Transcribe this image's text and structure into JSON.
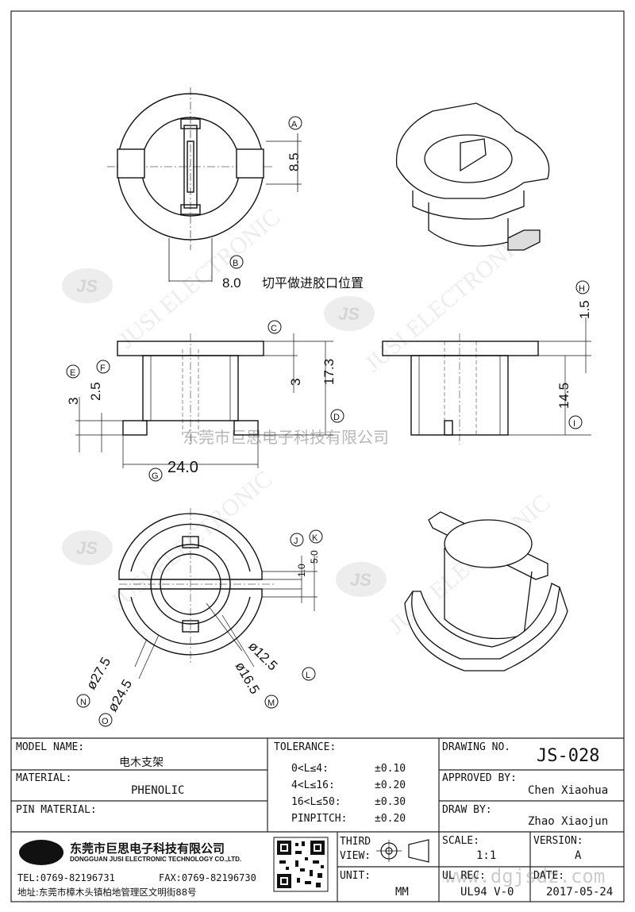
{
  "drawing": {
    "top_view": {
      "dim_A": "8.5",
      "label_A": "A",
      "dim_B": "8.0",
      "label_B": "B",
      "note_B": "切平做进胶口位置"
    },
    "front_view": {
      "label_C": "C",
      "dim_C": "3",
      "dim_D": "17.3",
      "label_D": "D",
      "dim_E": "3",
      "label_E": "E",
      "dim_F": "2.5",
      "label_F": "F",
      "dim_G": "24.0",
      "label_G": "G"
    },
    "side_view": {
      "dim_H": "1.5",
      "label_H": "H",
      "dim_I": "14.5",
      "label_I": "I"
    },
    "bottom_view": {
      "dim_J": "1.0",
      "label_J": "J",
      "dim_K": "5.0",
      "label_K": "K",
      "dim_L": "ø12.5",
      "label_L": "L",
      "dim_M": "ø16.5",
      "label_M": "M",
      "dim_N": "ø27.5",
      "label_N": "N",
      "dim_O": "ø24.5",
      "label_O": "O"
    },
    "watermark_text": "东莞市巨思电子科技有限公司",
    "watermark_brand": "JUSI ELECTRONIC"
  },
  "title_block": {
    "model_name_label": "MODEL NAME:",
    "model_name_value": "电木支架",
    "material_label": "MATERIAL:",
    "material_value": "PHENOLIC",
    "pin_material_label": "PIN MATERIAL:",
    "pin_material_value": "",
    "tolerance_label": "TOLERANCE:",
    "tolerance_rows": [
      {
        "range": "0<L≤4:",
        "value": "±0.10"
      },
      {
        "range": "4<L≤16:",
        "value": "±0.20"
      },
      {
        "range": "16<L≤50:",
        "value": "±0.30"
      },
      {
        "range": "PINPITCH:",
        "value": "±0.20"
      }
    ],
    "drawing_no_label": "DRAWING NO.",
    "drawing_no_value": "JS-028",
    "approved_by_label": "APPROVED BY:",
    "approved_by_value": "Chen Xiaohua",
    "draw_by_label": "DRAW BY:",
    "draw_by_value": "Zhao Xiaojun",
    "company_logo": "JS",
    "company_cn": "东莞市巨思电子科技有限公司",
    "company_en": "DONGGUAN JUSI ELECTRONIC TECHNOLOGY CO.,LTD.",
    "tel": "TEL:0769-82196731",
    "fax": "FAX:0769-82196730",
    "address": "地址:东莞市樟木头镇柏地管理区文明街88号",
    "third_view_label": "THIRD VIEW:",
    "unit_label": "UNIT:",
    "unit_value": "MM",
    "scale_label": "SCALE:",
    "scale_value": "1:1",
    "version_label": "VERSION:",
    "version_value": "A",
    "ul_rec_label": "UL REC:",
    "ul_rec_value": "UL94 V-0",
    "date_label": "DATE:",
    "date_value": "2017-05-24",
    "website_watermark": "www.dgjsdz.com"
  }
}
